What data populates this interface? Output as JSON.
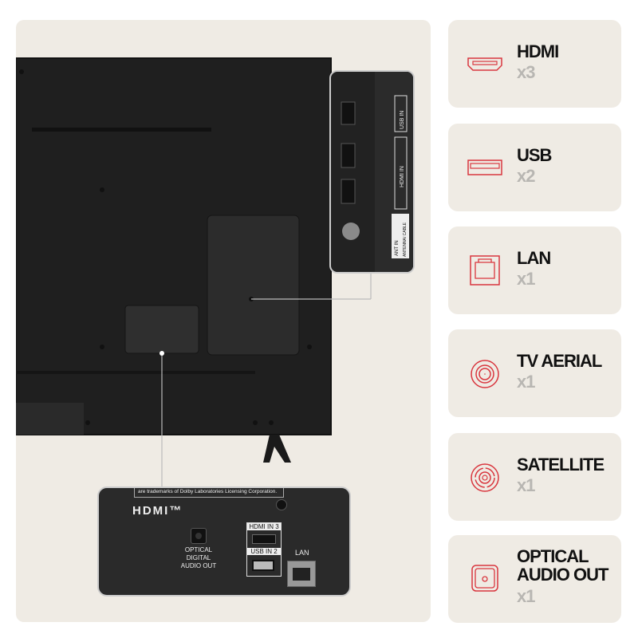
{
  "ports": [
    {
      "label": "HDMI",
      "count": "x3",
      "icon": "hdmi-port-icon"
    },
    {
      "label": "USB",
      "count": "x2",
      "icon": "usb-port-icon"
    },
    {
      "label": "LAN",
      "count": "x1",
      "icon": "lan-port-icon"
    },
    {
      "label": "TV AERIAL",
      "count": "x1",
      "icon": "tv-aerial-port-icon"
    },
    {
      "label": "SATELLITE",
      "count": "x1",
      "icon": "satellite-port-icon"
    },
    {
      "label": "OPTICAL AUDIO OUT",
      "count": "x1",
      "icon": "optical-audio-port-icon"
    }
  ],
  "accent_color": "#d9363e",
  "bottom_callout": {
    "trademark": "are trademarks of Dolby Laboratories Licensing Corporation.",
    "hdmi_logo": "HDMI™",
    "optical_label": [
      "OPTICAL",
      "DIGITAL",
      "AUDIO OUT"
    ],
    "hdmi_in3": "HDMI IN 3",
    "usb_in2": "USB IN 2",
    "lan": "LAN"
  },
  "side_callout": {
    "usb_in": "USB IN",
    "hdmi_in": "HDMI IN",
    "antenna": "ANT IN",
    "antenna_cable": "ANTENNA/ CABLE"
  }
}
